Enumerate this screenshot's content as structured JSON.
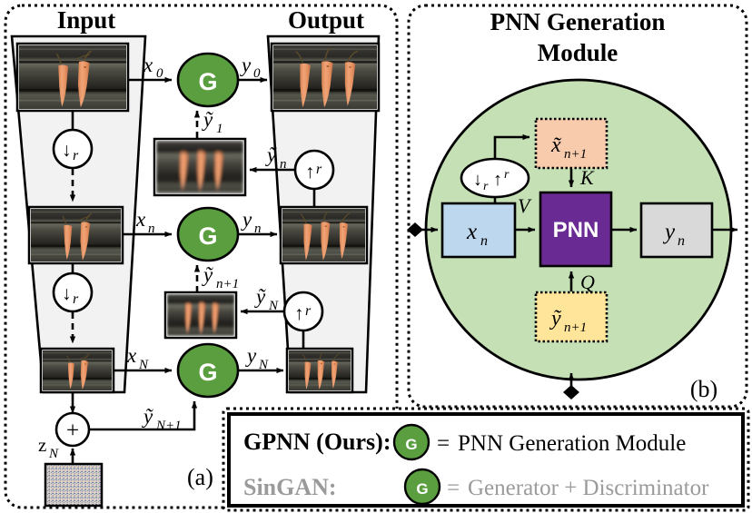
{
  "figure": {
    "caption_a": "(a)",
    "caption_b": "(b)"
  },
  "panel_a": {
    "name": "GPNN multi-scale pyramid",
    "column_headers": {
      "input": "Input",
      "output": "Output"
    },
    "levels": [
      {
        "input_label": "x_0",
        "input_label_tex": "x",
        "input_sub": "0",
        "generator_label": "G",
        "output_label": "y",
        "output_sub": "0",
        "feedback_label": "ỹ",
        "feedback_sub": "1"
      },
      {
        "input_label_tex": "x",
        "input_sub": "n",
        "generator_label": "G",
        "output_label": "y",
        "output_sub": "n",
        "feedback_label": "ỹ",
        "feedback_sub": "n+1",
        "upsample_label_tex": "ỹ",
        "upsample_sub": "n"
      },
      {
        "input_label_tex": "x",
        "input_sub": "N",
        "generator_label": "G",
        "output_label": "y",
        "output_sub": "N",
        "feedback_label": "ỹ",
        "feedback_sub": "N+1",
        "upsample_label_tex": "ỹ",
        "upsample_sub": "N"
      }
    ],
    "downsample_op": "↓",
    "downsample_sub": "r",
    "upsample_op": "↑",
    "upsample_sup": "r",
    "noise_label_tex": "z",
    "noise_sub": "N",
    "sum_op": "+"
  },
  "panel_b": {
    "title_line1": "PNN Generation",
    "title_line2": "Module",
    "boxes": {
      "input": {
        "label_tex": "x",
        "sub": "n",
        "color": "#bdd7ee"
      },
      "xtilde": {
        "label_tex": "x̃",
        "sub": "n+1",
        "color": "#f8cbad"
      },
      "ytilde": {
        "label_tex": "ỹ",
        "sub": "n+1",
        "color": "#ffe599"
      },
      "pnn": {
        "label": "PNN",
        "color": "#6a2a93"
      },
      "output": {
        "label_tex": "y",
        "sub": "n",
        "color": "#d9d9d9"
      }
    },
    "edge_labels": {
      "value": "V",
      "key": "K",
      "query": "Q"
    },
    "resample_ellipse": {
      "down_op": "↓",
      "down_sub": "r",
      "up_op": "↑",
      "up_sup": "r"
    },
    "disc_color": "#c5e0b4"
  },
  "legend": {
    "rows": [
      {
        "name": "GPNN (Ours):",
        "icon": "G",
        "equals": "=",
        "description": "PNN Generation Module",
        "text_color": "#000000",
        "bold": true
      },
      {
        "name": "SinGAN:",
        "icon": "G",
        "equals": "=",
        "description": "Generator + Discriminator",
        "text_color": "#9a9a9a",
        "bold": true
      }
    ]
  },
  "colors": {
    "generator_green": "#5b9e3f",
    "panel_fill_gray": "#f2f2f2",
    "disc_green": "#c5e0b4",
    "pnn_purple": "#6a2a93",
    "input_blue": "#bdd7ee",
    "xtilde_orange": "#f8cbad",
    "ytilde_yellow": "#ffe599",
    "output_gray": "#d9d9d9",
    "singan_gray": "#9a9a9a"
  }
}
